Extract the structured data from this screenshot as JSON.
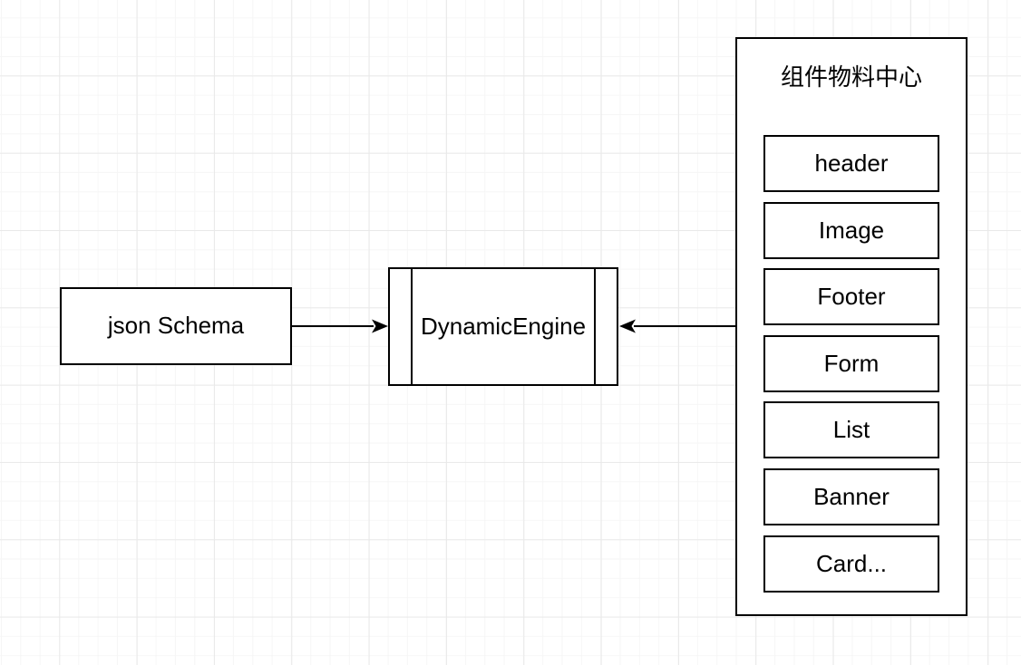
{
  "diagram_title": "",
  "nodes": {
    "json_schema": {
      "label": "json Schema"
    },
    "dynamic_engine": {
      "label": "DynamicEngine",
      "shape": "process-with-side-bars"
    }
  },
  "materials": {
    "title": "组件物料中心",
    "items": [
      {
        "label": "header"
      },
      {
        "label": "Image"
      },
      {
        "label": "Footer"
      },
      {
        "label": "Form"
      },
      {
        "label": "List"
      },
      {
        "label": "Banner"
      },
      {
        "label": "Card..."
      }
    ]
  },
  "edges": [
    {
      "from": "json_schema",
      "to": "dynamic_engine",
      "arrow": "into-engine-left-side"
    },
    {
      "from": "materials_center",
      "to": "dynamic_engine",
      "arrow": "into-engine-right-side"
    }
  ],
  "colors": {
    "stroke": "#000000",
    "node_fill": "#ffffff",
    "background": "#ffffff",
    "grid_minor": "#f6f6f6",
    "grid_major": "#e9e9e9"
  }
}
